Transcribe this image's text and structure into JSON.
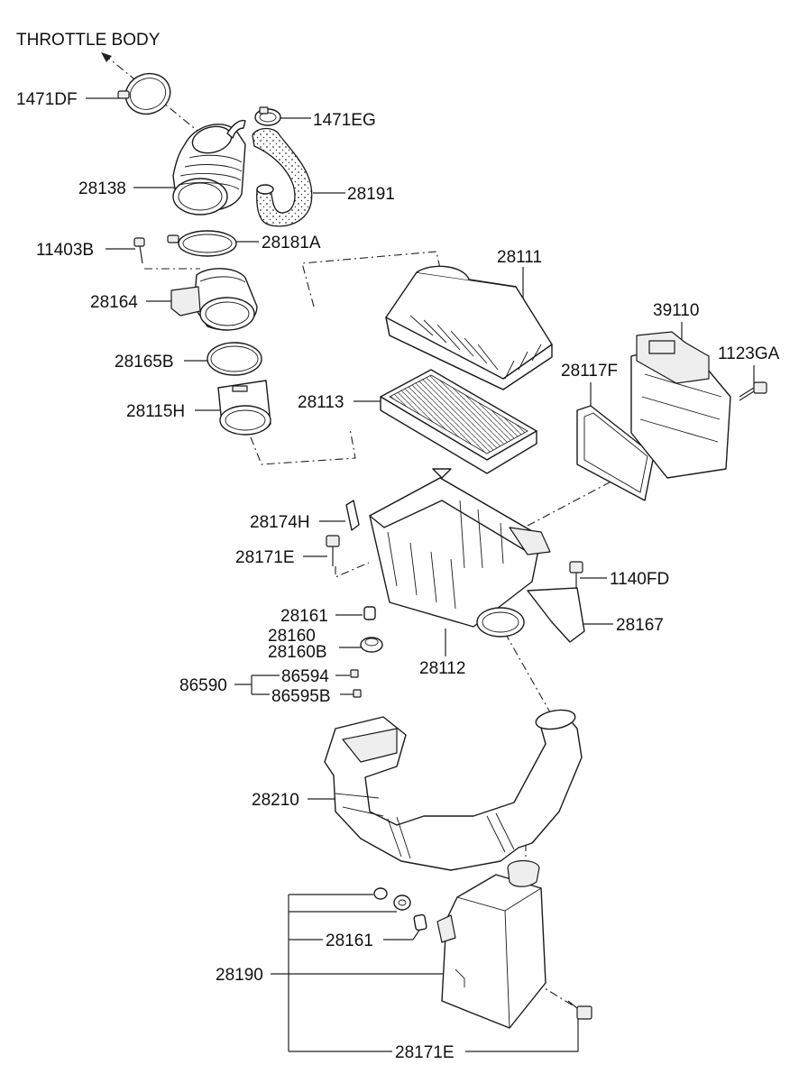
{
  "labels": {
    "throttle_body": "THROTTLE BODY",
    "p1471DF": "1471DF",
    "p1471EG": "1471EG",
    "p28138": "28138",
    "p28191": "28191",
    "p11403B": "11403B",
    "p28181A": "28181A",
    "p28111": "28111",
    "p28164": "28164",
    "p39110": "39110",
    "p1123GA": "1123GA",
    "p28165B": "28165B",
    "p28117F": "28117F",
    "p28113": "28113",
    "p28115H": "28115H",
    "p28174H": "28174H",
    "p28171E_top": "28171E",
    "p1140FD": "1140FD",
    "p28161_top": "28161",
    "p28167": "28167",
    "p28160": "28160",
    "p28160B": "28160B",
    "p28112": "28112",
    "p86590": "86590",
    "p86594": "86594",
    "p86595B": "86595B",
    "p28210": "28210",
    "p28161_bottom": "28161",
    "p28190": "28190",
    "p28171E_bottom": "28171E"
  }
}
